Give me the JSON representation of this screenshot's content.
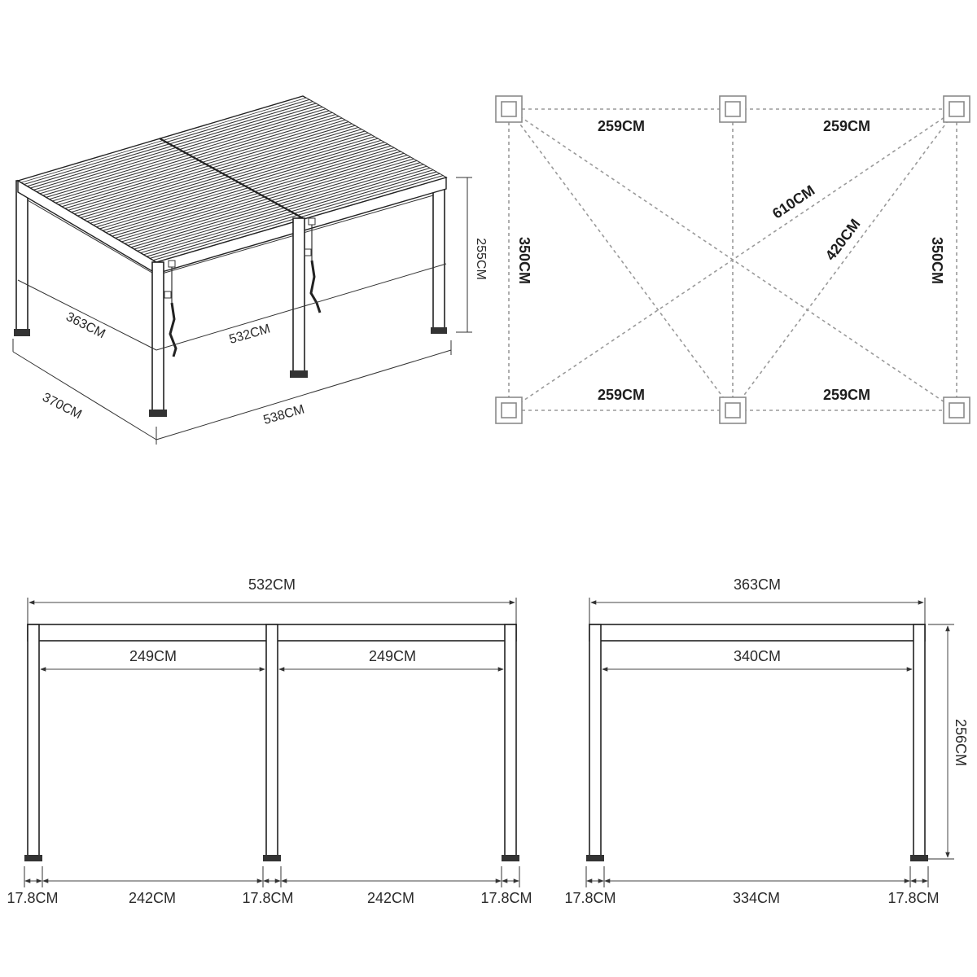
{
  "colors": {
    "line": "#222222",
    "dotted": "#9a9a9a",
    "post_outline": "#8a8a8a"
  },
  "iso": {
    "depth_inner": "363CM",
    "width_inner": "532CM",
    "depth_outer": "370CM",
    "width_outer": "538CM",
    "height": "255CM"
  },
  "plan": {
    "top_left": "259CM",
    "top_right": "259CM",
    "bottom_left": "259CM",
    "bottom_right": "259CM",
    "left_side": "350CM",
    "right_side": "350CM",
    "diagonal_full": "610CM",
    "diagonal_half": "420CM"
  },
  "front": {
    "overall": "532CM",
    "bay_left": "249CM",
    "bay_right": "249CM",
    "foot_1": "17.8CM",
    "gap_left": "242CM",
    "foot_2": "17.8CM",
    "gap_right": "242CM",
    "foot_3": "17.8CM"
  },
  "side": {
    "overall": "363CM",
    "bay": "340CM",
    "height": "256CM",
    "foot_1": "17.8CM",
    "gap": "334CM",
    "foot_2": "17.8CM"
  }
}
